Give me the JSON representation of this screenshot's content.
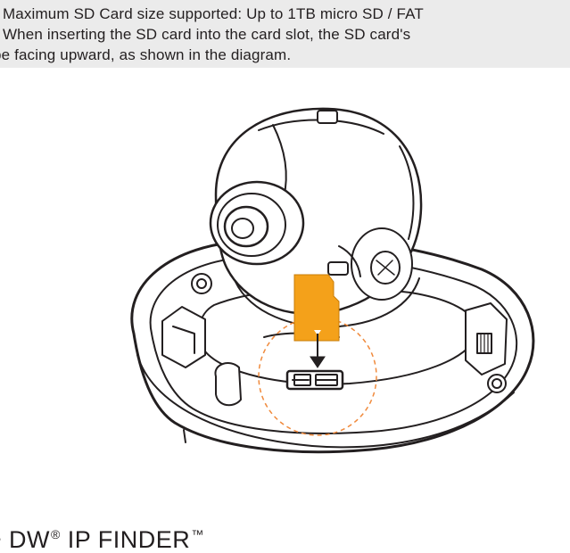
{
  "note": {
    "lines": [
      "• Maximum SD Card size supported: Up to 1TB micro SD / FAT",
      "• When inserting the SD card into the card slot, the SD card's",
      "   be facing upward, as shown in the diagram."
    ]
  },
  "diagram": {
    "subject": "dome camera with micro SD card slot",
    "sd_card_color": "#f4a11a",
    "highlight_circle_color": "#f08a3c",
    "line_color": "#231f20"
  },
  "section": {
    "heading_prefix": "• DW",
    "heading_reg": "®",
    "heading_main": " IP FINDER",
    "heading_tm": "™"
  }
}
